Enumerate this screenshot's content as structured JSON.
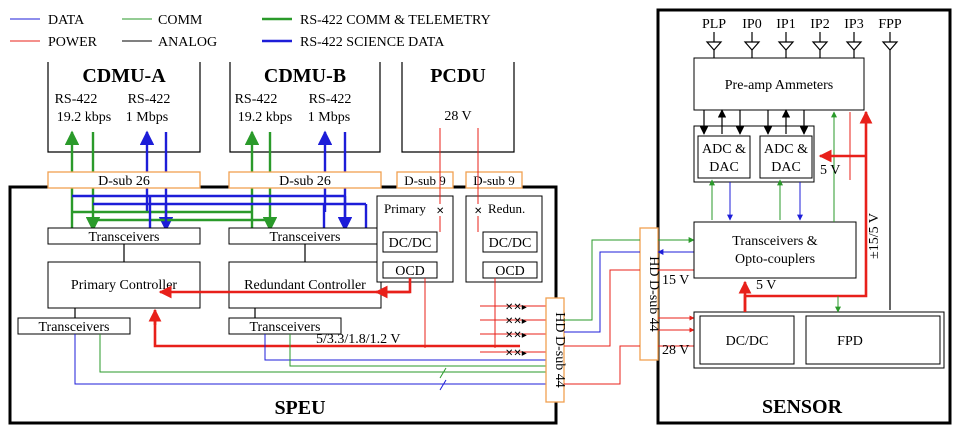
{
  "legend": {
    "data": "DATA",
    "comm": "COMM",
    "rs422_comm": "RS-422 COMM & TELEMETRY",
    "power": "POWER",
    "analog": "ANALOG",
    "rs422_sci": "RS-422 SCIENCE DATA"
  },
  "cdmu_a": {
    "title": "CDMU-A",
    "rs1": "RS-422",
    "rate1": "19.2 kbps",
    "rs2": "RS-422",
    "rate2": "1 Mbps"
  },
  "cdmu_b": {
    "title": "CDMU-B",
    "rs1": "RS-422",
    "rate1": "19.2 kbps",
    "rs2": "RS-422",
    "rate2": "1 Mbps"
  },
  "pcdu": {
    "title": "PCDU",
    "voltage": "28 V"
  },
  "connectors": {
    "dsub26_a": "D-sub 26",
    "dsub26_b": "D-sub 26",
    "dsub9_a": "D-sub 9",
    "dsub9_b": "D-sub 9",
    "hd_left": "HD D-sub 44",
    "hd_right": "HD D-sub 44"
  },
  "speu": {
    "title": "SPEU",
    "transceivers_top_a": "Transceivers",
    "transceivers_top_b": "Transceivers",
    "primary_controller": "Primary Controller",
    "redundant_controller": "Redundant Controller",
    "transceivers_bot_a": "Transceivers",
    "transceivers_bot_b": "Transceivers",
    "psu_primary": "Primary",
    "psu_redun": "Redun.",
    "dcdc_a": "DC/DC",
    "dcdc_b": "DC/DC",
    "ocd_a": "OCD",
    "ocd_b": "OCD",
    "voltages": "5/3.3/1.8/1.2 V"
  },
  "sensor": {
    "title": "SENSOR",
    "probes": [
      "PLP",
      "IP0",
      "IP1",
      "IP2",
      "IP3",
      "FPP"
    ],
    "preamp": "Pre-amp Ammeters",
    "adc1_l1": "ADC &",
    "adc1_l2": "DAC",
    "adc2_l1": "ADC &",
    "adc2_l2": "DAC",
    "transceivers_l1": "Transceivers &",
    "transceivers_l2": "Opto-couplers",
    "dcdc": "DC/DC",
    "fpd": "FPD",
    "v5_top": "5 V",
    "v5_mid": "5 V",
    "v15": "15 V",
    "v28": "28 V",
    "v_pm": "±15/5 V"
  }
}
